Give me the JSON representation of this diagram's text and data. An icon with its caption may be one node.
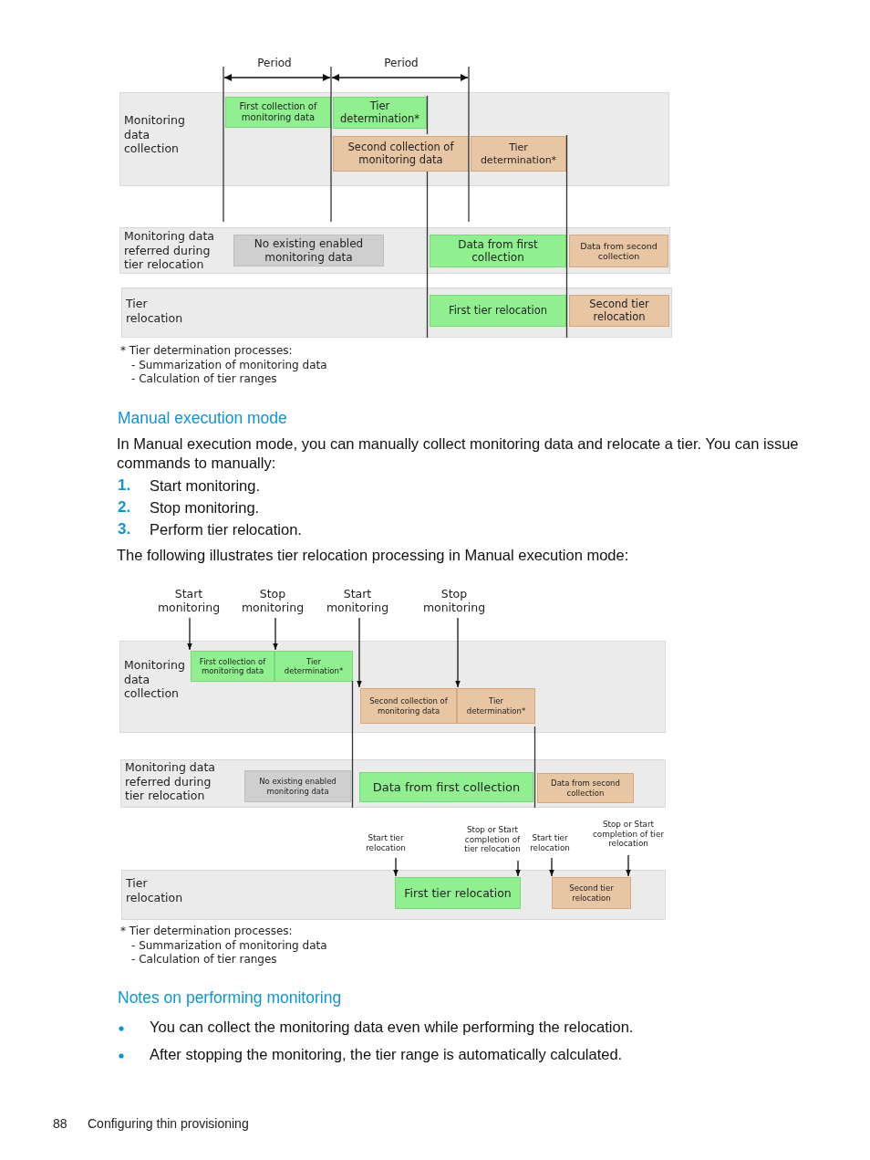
{
  "diagram": {
    "nodes": [
      {
        "text": [
          "Monitoring data collection"
        ]
      },
      {
        "text": [
          "First collection of monitoring data"
        ],
        "in": 0
      },
      {
        "text": [
          "Tier determination*"
        ],
        "in": 0
      },
      {
        "text": [
          "Second collection of monitoring data"
        ],
        "in": 0
      },
      {
        "text": [
          "Tier determination*"
        ],
        "in": 0
      },
      {
        "text": [
          "Monitoring data referred during tier relocation"
        ]
      },
      {
        "text": [
          "No existing enabled monitoring data"
        ],
        "in": 5
      },
      {
        "text": [
          "Data from first collection"
        ],
        "in": 5
      },
      {
        "text": [
          "Data from second collection"
        ],
        "in": 5
      },
      {
        "text": [
          "Tier relocation"
        ]
      },
      {
        "text": [
          "First tier relocation"
        ],
        "in": 9
      },
      {
        "text": [
          "Second tier relocation"
        ],
        "in": 9
      },
      {
        "text": [
          "Monitoring data collection"
        ]
      },
      {
        "text": [
          "First collection of monitoring data"
        ],
        "in": 12
      },
      {
        "text": [
          "Tier determination*"
        ],
        "in": 12
      },
      {
        "text": [
          "Second collection of monitoring data"
        ],
        "in": 12
      },
      {
        "text": [
          "Tier determination*"
        ],
        "in": 12
      },
      {
        "text": [
          "Monitoring data referred during tier relocation"
        ]
      },
      {
        "text": [
          "No existing enabled monitoring data"
        ],
        "in": 17
      },
      {
        "text": [
          "Data from first collection"
        ],
        "in": 17
      },
      {
        "text": [
          "Data from second collection"
        ],
        "in": 17
      },
      {
        "text": [
          "Tier relocation"
        ]
      },
      {
        "text": [
          "First tier relocation"
        ],
        "in": 21
      },
      {
        "text": [
          "Second tier relocation"
        ],
        "in": 21
      },
      {
        "text": [
          "Start monitoring"
        ]
      },
      {
        "text": [
          "Stop monitoring"
        ]
      },
      {
        "text": [
          "Start monitoring"
        ]
      },
      {
        "text": [
          "Stop monitoring"
        ]
      },
      {
        "text": [
          "Start tier relocation"
        ]
      },
      {
        "text": [
          "Stop or Start completion of tier relocation"
        ]
      },
      {
        "text": [
          "Start tier relocation"
        ]
      },
      {
        "text": [
          "Stop or Start completion of tier relocation"
        ]
      }
    ],
    "edges": [
      {
        "from": 24,
        "to": 13,
        "arrow": "to"
      },
      {
        "from": 25,
        "to": 14,
        "arrow": "to"
      },
      {
        "from": 26,
        "to": 15,
        "arrow": "to"
      },
      {
        "from": 27,
        "to": 16,
        "arrow": "to"
      },
      {
        "from": 28,
        "to": 22,
        "arrow": "to"
      },
      {
        "from": 29,
        "to": 22,
        "arrow": "to"
      },
      {
        "from": 30,
        "to": 23,
        "arrow": "to"
      },
      {
        "from": 31,
        "to": 23,
        "arrow": "to"
      }
    ],
    "labels": [
      "Period",
      "Period",
      "* Tier determination processes:",
      "- Summarization of monitoring data",
      "- Calculation of tier ranges",
      "Manual execution mode",
      "In Manual execution mode, you can manually collect monitoring data and relocate a tier. You can issue commands to manually:",
      "1.",
      "Start monitoring.",
      "2.",
      "Stop monitoring.",
      "3.",
      "Perform tier relocation.",
      "The following illustrates tier relocation processing in Manual execution mode:",
      "* Tier determination processes:",
      "- Summarization of monitoring data",
      "- Calculation of tier ranges",
      "Notes on performing monitoring",
      "You can collect the monitoring data even while performing the relocation.",
      "After stopping the monitoring, the tier range is automatically calculated.",
      "88",
      "Configuring thin provisioning"
    ]
  }
}
